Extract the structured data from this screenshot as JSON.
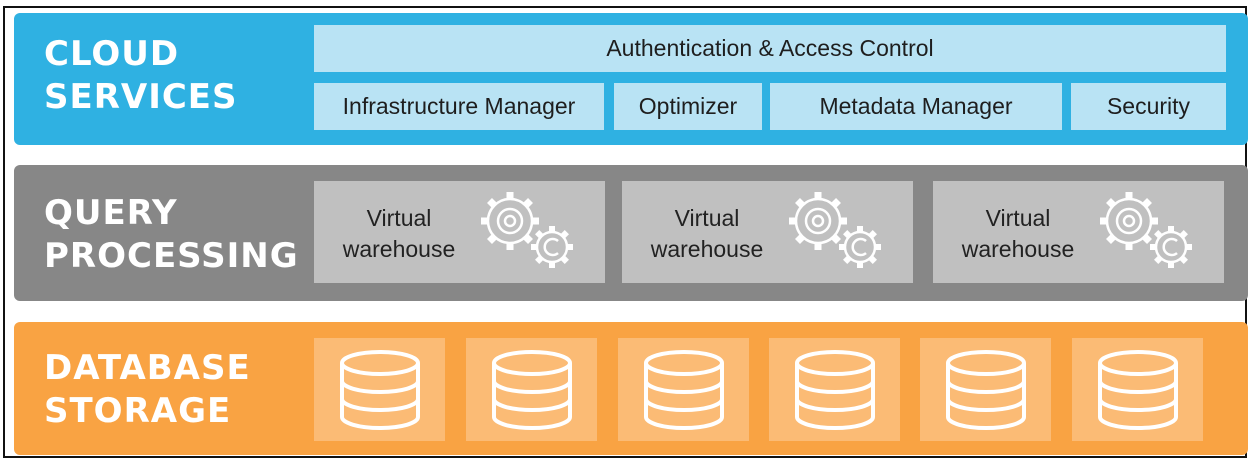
{
  "layers": {
    "cloud": {
      "title_line1": "CLOUD",
      "title_line2": "SERVICES",
      "color": "#2fb1e2",
      "box_color": "#b9e3f4",
      "top_service": "Authentication & Access Control",
      "services": [
        "Infrastructure Manager",
        "Optimizer",
        "Metadata Manager",
        "Security"
      ]
    },
    "query": {
      "title_line1": "QUERY",
      "title_line2": "PROCESSING",
      "color": "#878787",
      "box_color": "#c0c0c0",
      "warehouses": [
        {
          "line1": "Virtual",
          "line2": "warehouse",
          "icon": "gears-icon"
        },
        {
          "line1": "Virtual",
          "line2": "warehouse",
          "icon": "gears-icon"
        },
        {
          "line1": "Virtual",
          "line2": "warehouse",
          "icon": "gears-icon"
        }
      ]
    },
    "storage": {
      "title_line1": "DATABASE",
      "title_line2": "STORAGE",
      "color": "#f9a343",
      "box_color": "#fbbb75",
      "database_icons": [
        "database-icon",
        "database-icon",
        "database-icon",
        "database-icon",
        "database-icon",
        "database-icon"
      ]
    }
  }
}
